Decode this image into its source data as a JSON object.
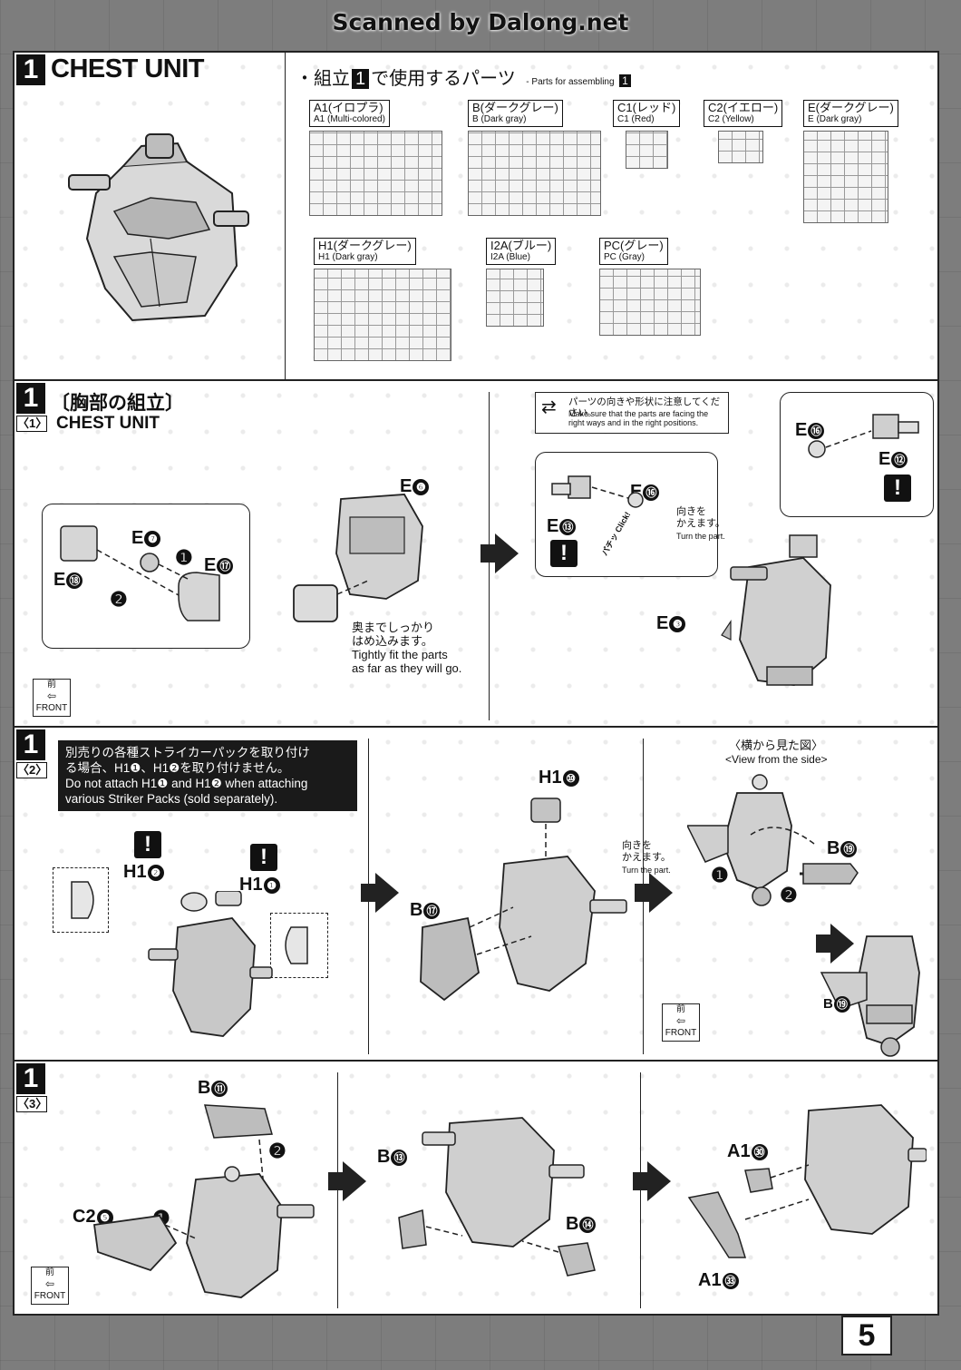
{
  "header": {
    "scan_credit": "Scanned by Dalong.net"
  },
  "parts_section": {
    "step_number": "1",
    "title": "CHEST UNIT",
    "parts_heading_prefix": "・組立",
    "parts_heading_num": "1",
    "parts_heading_suffix": "で使用するパーツ",
    "parts_heading_en": "- Parts for assembling",
    "runners": [
      {
        "jp": "A1(イロプラ)",
        "en": "A1 (Multi-colored)"
      },
      {
        "jp": "B(ダークグレー)",
        "en": "B (Dark gray)"
      },
      {
        "jp": "C1(レッド)",
        "en": "C1 (Red)"
      },
      {
        "jp": "C2(イエロー)",
        "en": "C2 (Yellow)"
      },
      {
        "jp": "E(ダークグレー)",
        "en": "E (Dark gray)"
      },
      {
        "jp": "H1(ダークグレー)",
        "en": "H1 (Dark gray)"
      },
      {
        "jp": "I2A(ブルー)",
        "en": "I2A (Blue)"
      },
      {
        "jp": "PC(グレー)",
        "en": "PC (Gray)"
      }
    ]
  },
  "step1_1": {
    "num": "1",
    "sub": "〈1〉",
    "title_jp": "〔胸部の組立〕",
    "title_en": "CHEST UNIT",
    "labels": {
      "e18": "E",
      "e18n": "⑱",
      "e7": "E",
      "e7n": "❼",
      "e17": "E",
      "e17n": "⑰",
      "e6": "E",
      "e6n": "❻",
      "e16a": "E",
      "e16an": "⑯",
      "e13": "E",
      "e13n": "⑬",
      "e3": "E",
      "e3n": "❸",
      "e16b": "E",
      "e16bn": "⑯",
      "e12": "E",
      "e12n": "⑫",
      "step1": "❶",
      "step2": "❷"
    },
    "tight_jp": "奥までしっかり\nはめ込みます。",
    "tight_en": "Tightly fit the parts\nas far as they will go.",
    "caution_jp": "パーツの向きや形状に注意してください。",
    "caution_en": "Make sure that the parts are facing the\nright ways and in the right positions.",
    "turn_jp": "向きを\nかえます。",
    "turn_en": "Turn the part.",
    "click": "パチッ Click!",
    "front_jp": "前",
    "front_en": "FRONT",
    "warn": "!"
  },
  "step1_2": {
    "num": "1",
    "sub": "〈2〉",
    "notice_jp": "別売りの各種ストライカーパックを取り付け\nる場合、H1❶、H1❷を取り付けません。",
    "notice_en": "Do not attach H1❶ and H1❷ when attaching\nvarious Striker Packs (sold separately).",
    "labels": {
      "h1_2": "H1",
      "h1_2n": "❷",
      "h1_1": "H1",
      "h1_1n": "❶",
      "h1_10": "H1",
      "h1_10n": "⑩",
      "b17": "B",
      "b17n": "⑰",
      "b19a": "B",
      "b19an": "⑲",
      "b19b": "B",
      "b19bn": "⑲",
      "step1": "❶",
      "step2": "❷"
    },
    "side_view_jp": "〈横から見た図〉",
    "side_view_en": "<View from the side>",
    "turn_jp": "向きを\nかえます。",
    "turn_en": "Turn the part.",
    "front_jp": "前",
    "front_en": "FRONT",
    "warn": "!"
  },
  "step1_3": {
    "num": "1",
    "sub": "〈3〉",
    "labels": {
      "b11": "B",
      "b11n": "⑪",
      "c25": "C2",
      "c25n": "❺",
      "b13": "B",
      "b13n": "⑬",
      "b14": "B",
      "b14n": "⑭",
      "a130": "A1",
      "a130n": "㉚",
      "a133": "A1",
      "a133n": "㉝",
      "step1": "❶",
      "step2": "❷"
    },
    "front_jp": "前",
    "front_en": "FRONT"
  },
  "page_number": "5"
}
